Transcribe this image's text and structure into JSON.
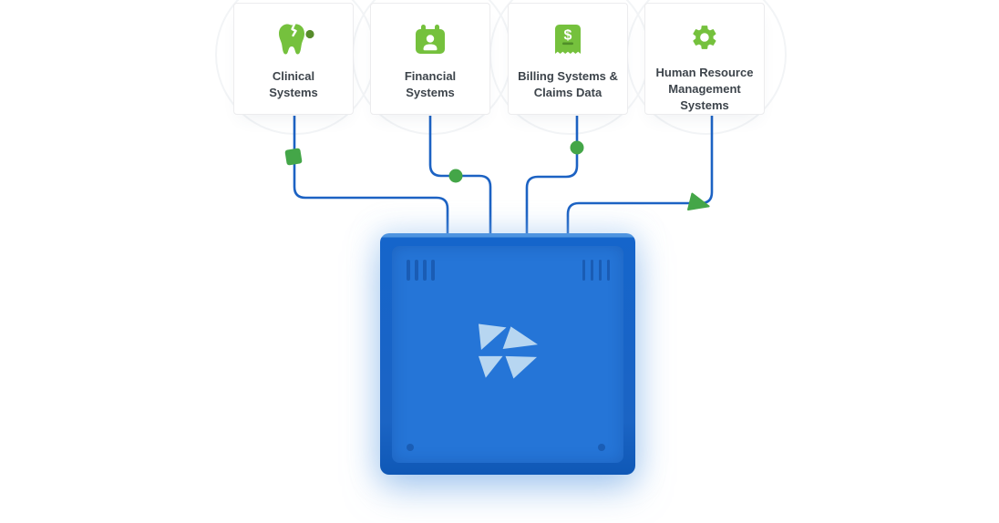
{
  "cards": [
    {
      "id": "clinical-systems",
      "line1": "Clinical",
      "line2": "Systems",
      "icon": "tooth-icon"
    },
    {
      "id": "financial-systems",
      "line1": "Financial",
      "line2": "Systems",
      "icon": "calendar-user-icon"
    },
    {
      "id": "billing-claims",
      "line1": "Billing Systems &",
      "line2": "Claims Data",
      "icon": "receipt-dollar-icon"
    },
    {
      "id": "hr-systems",
      "line1": "Human Resource",
      "line2": "Management Systems",
      "icon": "gear-icon"
    }
  ],
  "receipt_icon": {
    "currency_symbol": "$"
  },
  "connectors": {
    "count": 4,
    "markers": [
      {
        "shape": "square",
        "on_line": "clinical-systems"
      },
      {
        "shape": "circle",
        "on_line": "financial-systems"
      },
      {
        "shape": "circle",
        "on_line": "billing-claims"
      },
      {
        "shape": "triangle",
        "on_line": "hr-systems"
      }
    ]
  },
  "hub": {
    "description": "blue device box with triangle logo, vents and screws"
  },
  "colors": {
    "line_blue": "#1c62c3",
    "marker_green": "#44a648",
    "icon_green": "#75c13d",
    "icon_dark_green": "#578c2b",
    "receipt_underline_green": "#4f8f28",
    "hub_outer_blue": "#1565cb",
    "hub_inner_blue": "#2575d7",
    "hub_detail_blue": "#1a5cb4",
    "logo_light_blue": "#b7d6f1",
    "card_text": "#3d444b"
  }
}
